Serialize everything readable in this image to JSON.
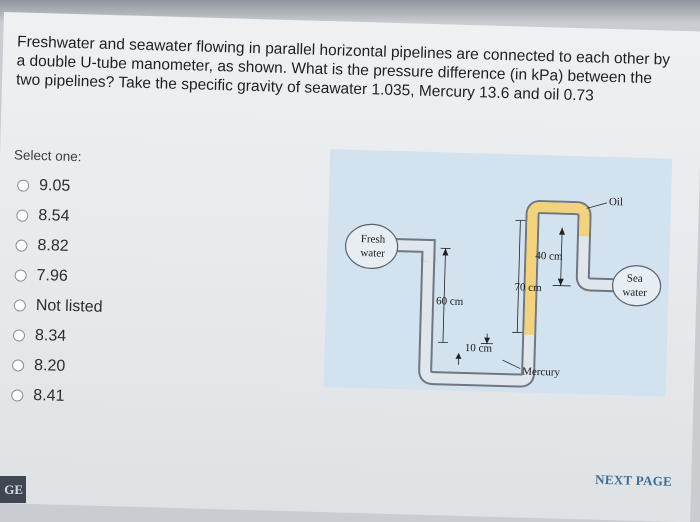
{
  "question": {
    "text": "Freshwater and seawater flowing in parallel horizontal pipelines are connected to each other by a double U-tube manometer, as shown. What is the pressure difference (in kPa) between the two pipelines? Take the specific gravity of seawater 1.035, Mercury 13.6 and oil 0.73"
  },
  "select_label": "Select one:",
  "options": [
    {
      "label": "9.05"
    },
    {
      "label": "8.54"
    },
    {
      "label": "8.82"
    },
    {
      "label": "7.96"
    },
    {
      "label": "Not listed"
    },
    {
      "label": "8.34"
    },
    {
      "label": "8.20"
    },
    {
      "label": "8.41"
    }
  ],
  "figure": {
    "labels": {
      "fresh_line1": "Fresh",
      "fresh_line2": "water",
      "sea_line1": "Sea",
      "sea_line2": "water",
      "oil": "Oil",
      "mercury": "Mercury",
      "dim_60": "60 cm",
      "dim_10": "10 cm",
      "dim_70": "70 cm",
      "dim_40": "40 cm"
    },
    "colors": {
      "background": "#d2e2ef",
      "oil": "#f2d27a",
      "pipe_outline": "#6f7780"
    }
  },
  "nav": {
    "next_label": "NEXT PAGE",
    "corner_label": "GE"
  }
}
